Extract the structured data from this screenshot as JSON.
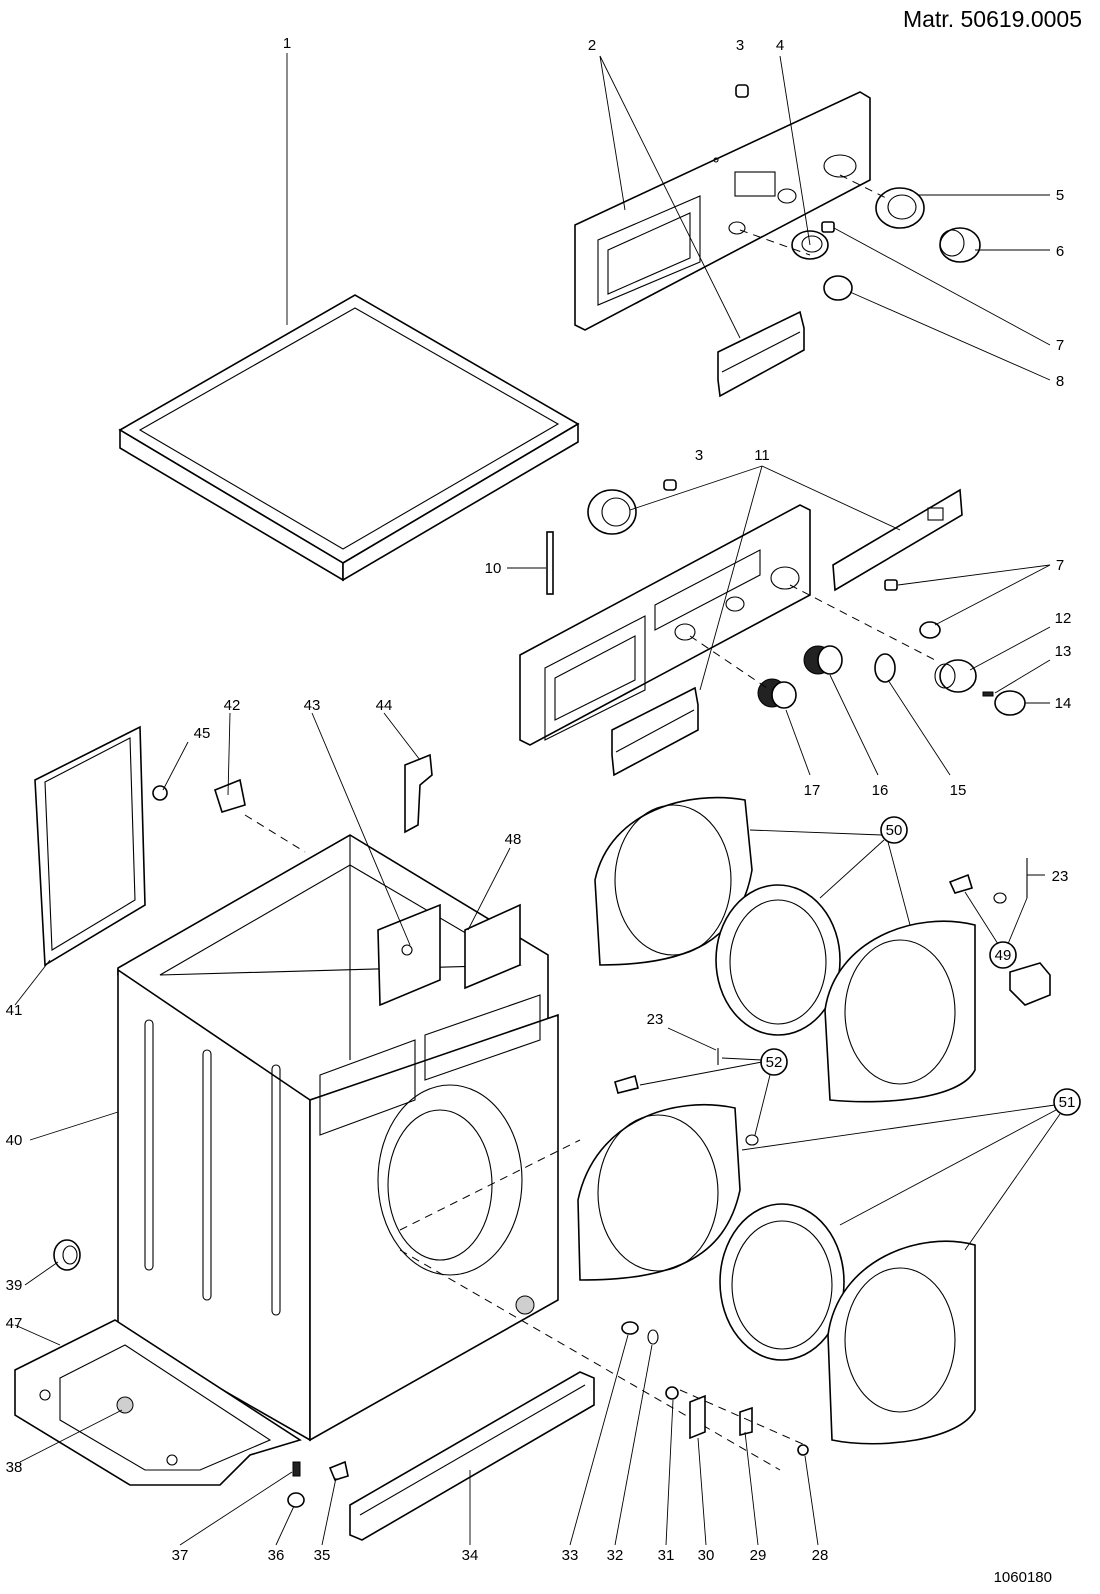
{
  "header": {
    "title": "Matr. 50619.0005"
  },
  "footer": {
    "drawing_number": "1060180"
  },
  "callouts": {
    "p1": "1",
    "p2": "2",
    "p3a": "3",
    "p4": "4",
    "p5": "5",
    "p6": "6",
    "p7a": "7",
    "p8": "8",
    "p3b": "3",
    "p10": "10",
    "p11": "11",
    "p7b": "7",
    "p12": "12",
    "p13": "13",
    "p14": "14",
    "p15": "15",
    "p16": "16",
    "p17": "17",
    "p42": "42",
    "p45": "45",
    "p43": "43",
    "p44": "44",
    "p48": "48",
    "p41": "41",
    "p40": "40",
    "p50": "50",
    "p23a": "23",
    "p49": "49",
    "p23b": "23",
    "p52": "52",
    "p51": "51",
    "p39": "39",
    "p47": "47",
    "p38": "38",
    "p37": "37",
    "p36": "36",
    "p35": "35",
    "p34": "34",
    "p33": "33",
    "p32": "32",
    "p31": "31",
    "p30": "30",
    "p29": "29",
    "p28": "28"
  }
}
